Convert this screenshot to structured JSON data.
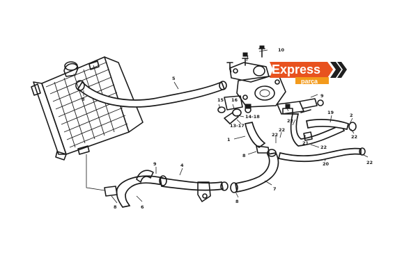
{
  "logo": {
    "main": "Express",
    "sub": "parça",
    "colors": {
      "primary": "#e8521f",
      "secondary": "#f39a1c",
      "chevron": "#1f1f1f"
    }
  },
  "callouts": {
    "c1": "1",
    "c2a": "2",
    "c2b": "2",
    "c4": "4",
    "c5": "5",
    "c6": "6",
    "c7": "7",
    "c8a": "8",
    "c8b": "8",
    "c8c": "8",
    "c9": "9",
    "c10": "10",
    "c13_17": "13-17",
    "c14_18": "14-18",
    "c15": "15",
    "c16": "16",
    "c19": "19",
    "c20": "20",
    "c21": "21",
    "c22a": "22",
    "c22b": "22",
    "c22c": "22",
    "c22d": "22",
    "c22e": "22",
    "c22f": "22"
  }
}
